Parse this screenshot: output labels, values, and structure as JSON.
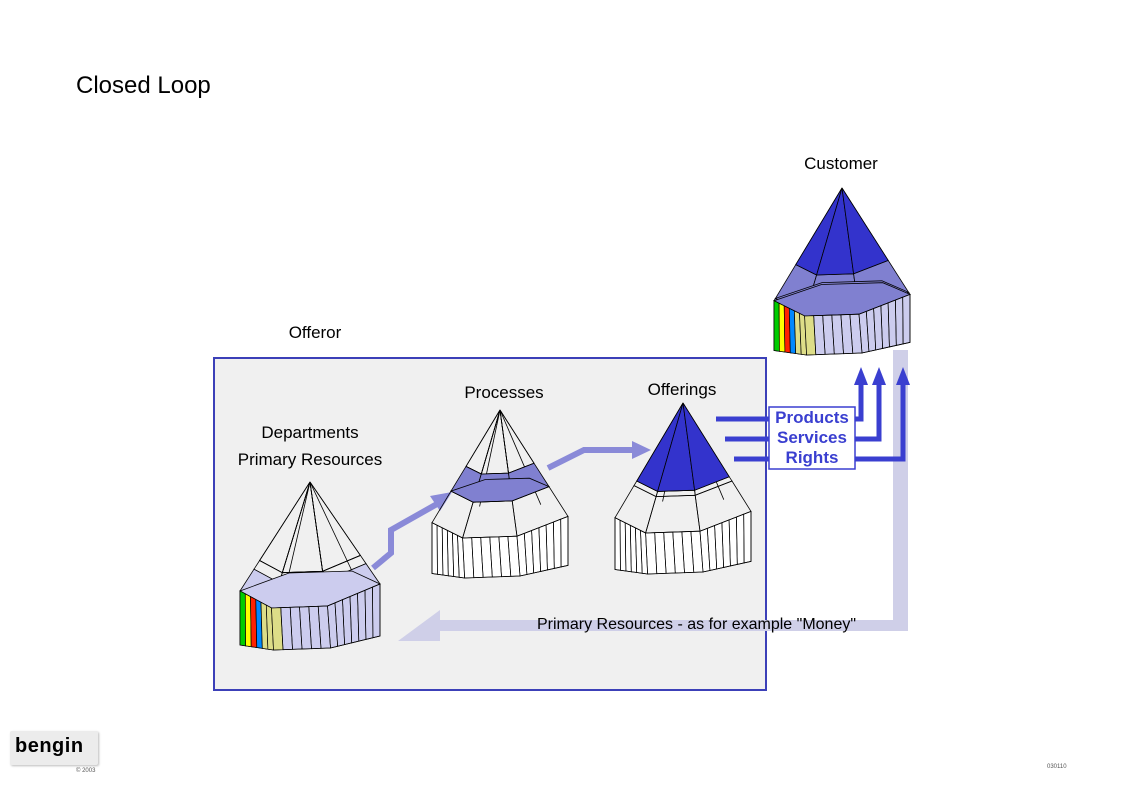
{
  "title": "Closed Loop",
  "labels": {
    "customer": "Customer",
    "offeror": "Offeror",
    "departments": "Departments",
    "primary_resources": "Primary Resources",
    "processes": "Processes",
    "offerings": "Offerings"
  },
  "outputs": [
    "Products",
    "Services",
    "Rights"
  ],
  "return_flow": "Primary Resources - as for example \"Money\"",
  "footer": {
    "logo": "bengin",
    "copyright": "© 2003",
    "code": "030110"
  },
  "colors": {
    "frame_border": "#3c40b8",
    "frame_fill": "#f0f0f0",
    "tier_dark": "#3333cc",
    "tier_mid": "#8080d0",
    "tier_light": "#ccccee",
    "flow_arrow_light": "#cfcfe8",
    "flow_arrow_mid": "#8a8ad8",
    "output_arrow": "#3a3fd0",
    "resource_stripes": [
      "#00cc00",
      "#ffff00",
      "#ff2200",
      "#0088ff",
      "#dddd88"
    ]
  }
}
